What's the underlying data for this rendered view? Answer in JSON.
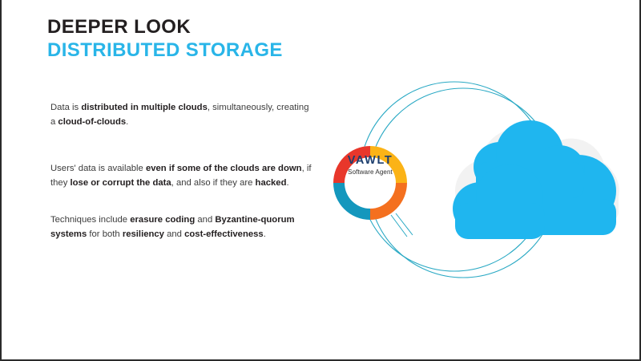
{
  "slide": {
    "heading": {
      "line1": "DEEPER LOOK",
      "line2": "DISTRIBUTED STORAGE"
    },
    "paragraphs": [
      {
        "id": "p1",
        "runs": [
          {
            "text": "Data is ",
            "bold": false
          },
          {
            "text": "distributed in multiple clouds",
            "bold": true
          },
          {
            "text": ", simultaneously, creating a ",
            "bold": false
          },
          {
            "text": "cloud-of-clouds",
            "bold": true
          },
          {
            "text": ".",
            "bold": false
          }
        ]
      },
      {
        "id": "p2",
        "runs": [
          {
            "text": "Users' data is available ",
            "bold": false
          },
          {
            "text": "even if some of the clouds are down",
            "bold": true
          },
          {
            "text": ", if they ",
            "bold": false
          },
          {
            "text": "lose or corrupt the data",
            "bold": true
          },
          {
            "text": ", and also if they are ",
            "bold": false
          },
          {
            "text": "hacked",
            "bold": true
          },
          {
            "text": ".",
            "bold": false
          }
        ]
      },
      {
        "id": "p3",
        "runs": [
          {
            "text": "Techniques include ",
            "bold": false
          },
          {
            "text": "erasure coding",
            "bold": true
          },
          {
            "text": " and ",
            "bold": false
          },
          {
            "text": "Byzantine-quorum systems",
            "bold": true
          },
          {
            "text": " for both ",
            "bold": false
          },
          {
            "text": "resiliency",
            "bold": true
          },
          {
            "text": " and ",
            "bold": false
          },
          {
            "text": "cost-effectiveness",
            "bold": true
          },
          {
            "text": ".",
            "bold": false
          }
        ]
      }
    ],
    "logo": {
      "wordmark": "VAWLT",
      "tagline": "Software Agent",
      "ring_segments": [
        {
          "name": "segment-red",
          "color": "#e8372b"
        },
        {
          "name": "segment-amber",
          "color": "#fbb316"
        },
        {
          "name": "segment-orange",
          "color": "#f4701f"
        },
        {
          "name": "segment-teal",
          "color": "#1497bd"
        }
      ]
    },
    "colors": {
      "heading_dark": "#231f20",
      "heading_accent": "#29b5e8",
      "body_text": "#3c3c3c",
      "cloud_blue": "#1fb6ef",
      "cloud_gray": "#f2f2f2",
      "circle_outline": "#2aa9c4",
      "background": "#ffffff",
      "frame": "#2b2b2b"
    },
    "graphic": {
      "cloud_count": 3,
      "ghost_cloud_label": "backdrop-cloud",
      "outline_circle_count": 2
    }
  }
}
